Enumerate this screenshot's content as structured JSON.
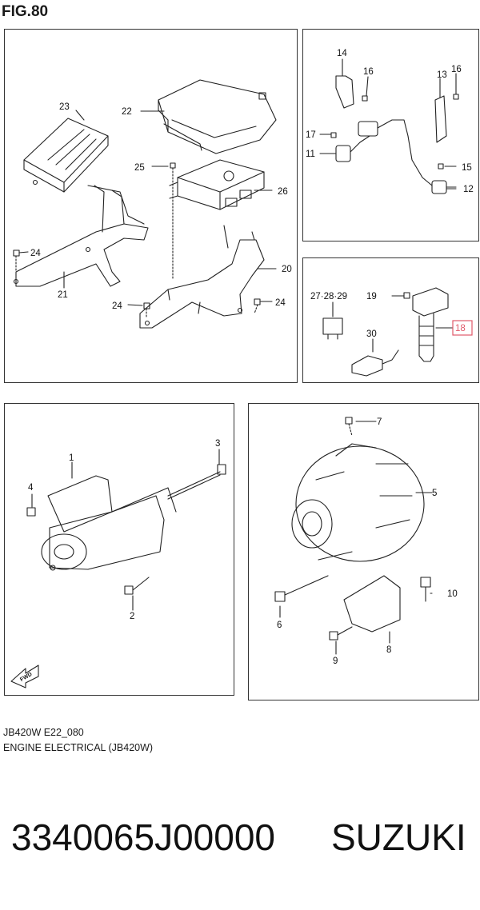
{
  "figure": {
    "title": "FIG.80",
    "drawing_code": "JB420W E22_080",
    "description": "ENGINE ELECTRICAL (JB420W)"
  },
  "callouts": {
    "c1": "1",
    "c2": "2",
    "c3": "3",
    "c4": "4",
    "c5": "5",
    "c6": "6",
    "c7": "7",
    "c8": "8",
    "c9": "9",
    "c10": "10",
    "c11": "11",
    "c12": "12",
    "c13": "13",
    "c14": "14",
    "c15": "15",
    "c16a": "16",
    "c16b": "16",
    "c17": "17",
    "c18": "18",
    "c19": "19",
    "c20": "20",
    "c21": "21",
    "c22": "22",
    "c23": "23",
    "c24a": "24",
    "c24b": "24",
    "c24c": "24",
    "c25": "25",
    "c26": "26",
    "c272829": "27·28·29",
    "c30": "30"
  },
  "fwd_label": "FWD",
  "highlight_color": "#e05a6a",
  "part": {
    "number": "3340065J00000",
    "brand": "SUZUKI"
  }
}
